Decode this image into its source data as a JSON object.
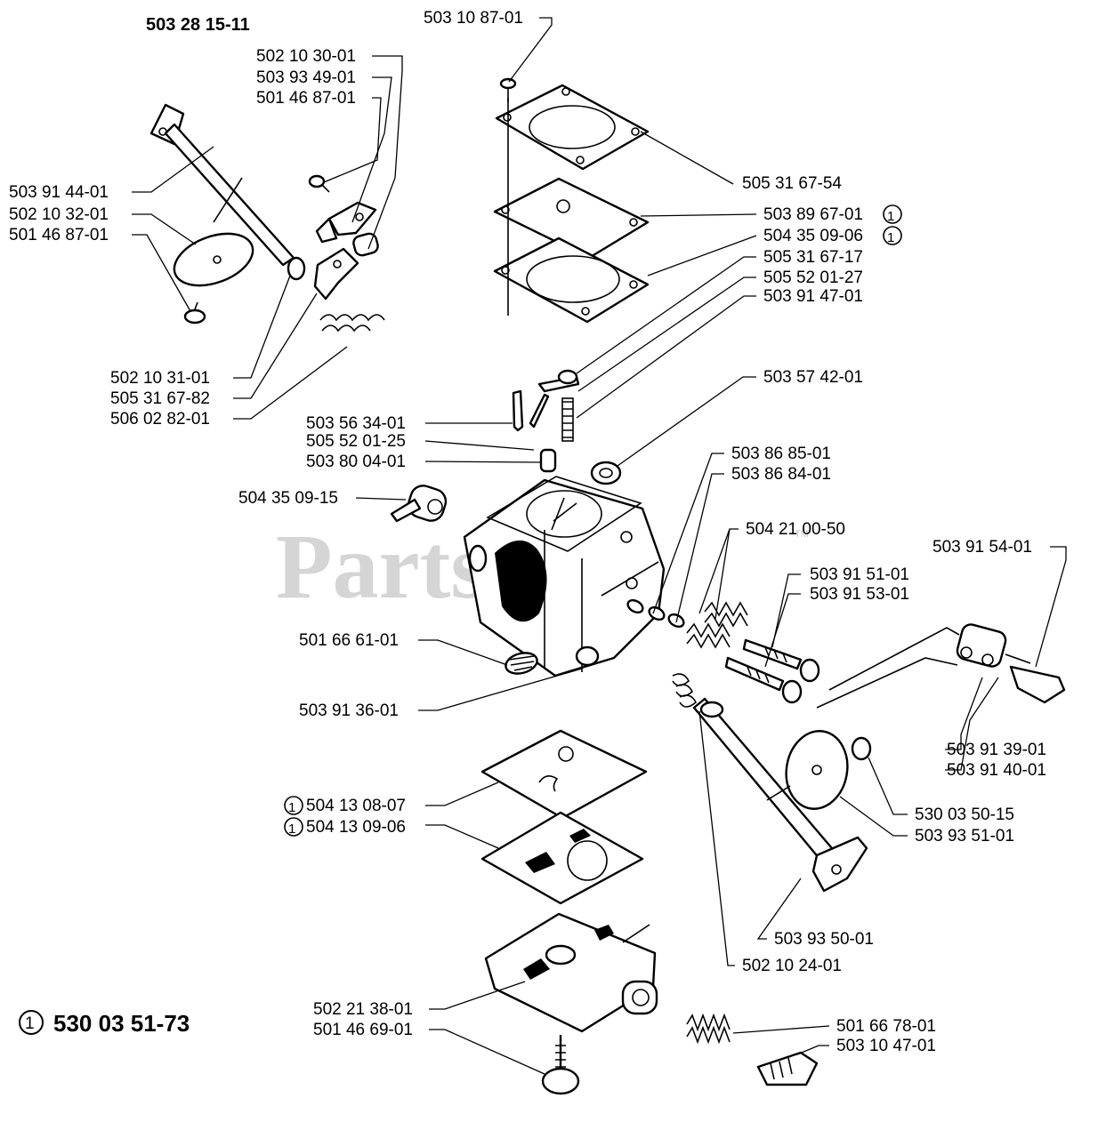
{
  "assembly_number": "503 28 15-11",
  "kit": {
    "marker": "1",
    "number": "530 03 51-73"
  },
  "watermark": {
    "text": "PartsTree",
    "trademark": "TM"
  },
  "colors": {
    "ink": "#000000",
    "watermark": "#c8c8c8",
    "background": "#ffffff"
  },
  "parts": [
    {
      "number": "503 10 87-01"
    },
    {
      "number": "502 10 30-01"
    },
    {
      "number": "503 93 49-01"
    },
    {
      "number": "501 46 87-01"
    },
    {
      "number": "505 31 67-54"
    },
    {
      "number": "503 91 44-01"
    },
    {
      "number": "502 10 32-01"
    },
    {
      "number": "501 46 87-01"
    },
    {
      "number": "503 89 67-01",
      "kit_marker": "1"
    },
    {
      "number": "504 35 09-06",
      "kit_marker": "1"
    },
    {
      "number": "505 31 67-17"
    },
    {
      "number": "505 52 01-27"
    },
    {
      "number": "503 91 47-01"
    },
    {
      "number": "502 10 31-01"
    },
    {
      "number": "505 31 67-82"
    },
    {
      "number": "506 02 82-01"
    },
    {
      "number": "503 57 42-01"
    },
    {
      "number": "503 56 34-01"
    },
    {
      "number": "505 52 01-25"
    },
    {
      "number": "503 80 04-01"
    },
    {
      "number": "503 86 85-01"
    },
    {
      "number": "503 86 84-01"
    },
    {
      "number": "504 35 09-15"
    },
    {
      "number": "504 21 00-50"
    },
    {
      "number": "503 91 54-01"
    },
    {
      "number": "503 91 51-01"
    },
    {
      "number": "503 91 53-01"
    },
    {
      "number": "501 66 61-01"
    },
    {
      "number": "503 91 36-01"
    },
    {
      "number": "503 91 39-01"
    },
    {
      "number": "503 91 40-01"
    },
    {
      "number": "504 13 08-07",
      "kit_marker": "1"
    },
    {
      "number": "530 03 50-15"
    },
    {
      "number": "504 13 09-06",
      "kit_marker": "1"
    },
    {
      "number": "503 93 51-01"
    },
    {
      "number": "503 93 50-01"
    },
    {
      "number": "502 10 24-01"
    },
    {
      "number": "502 21 38-01"
    },
    {
      "number": "501 66 78-01"
    },
    {
      "number": "501 46 69-01"
    },
    {
      "number": "503 10 47-01"
    }
  ]
}
